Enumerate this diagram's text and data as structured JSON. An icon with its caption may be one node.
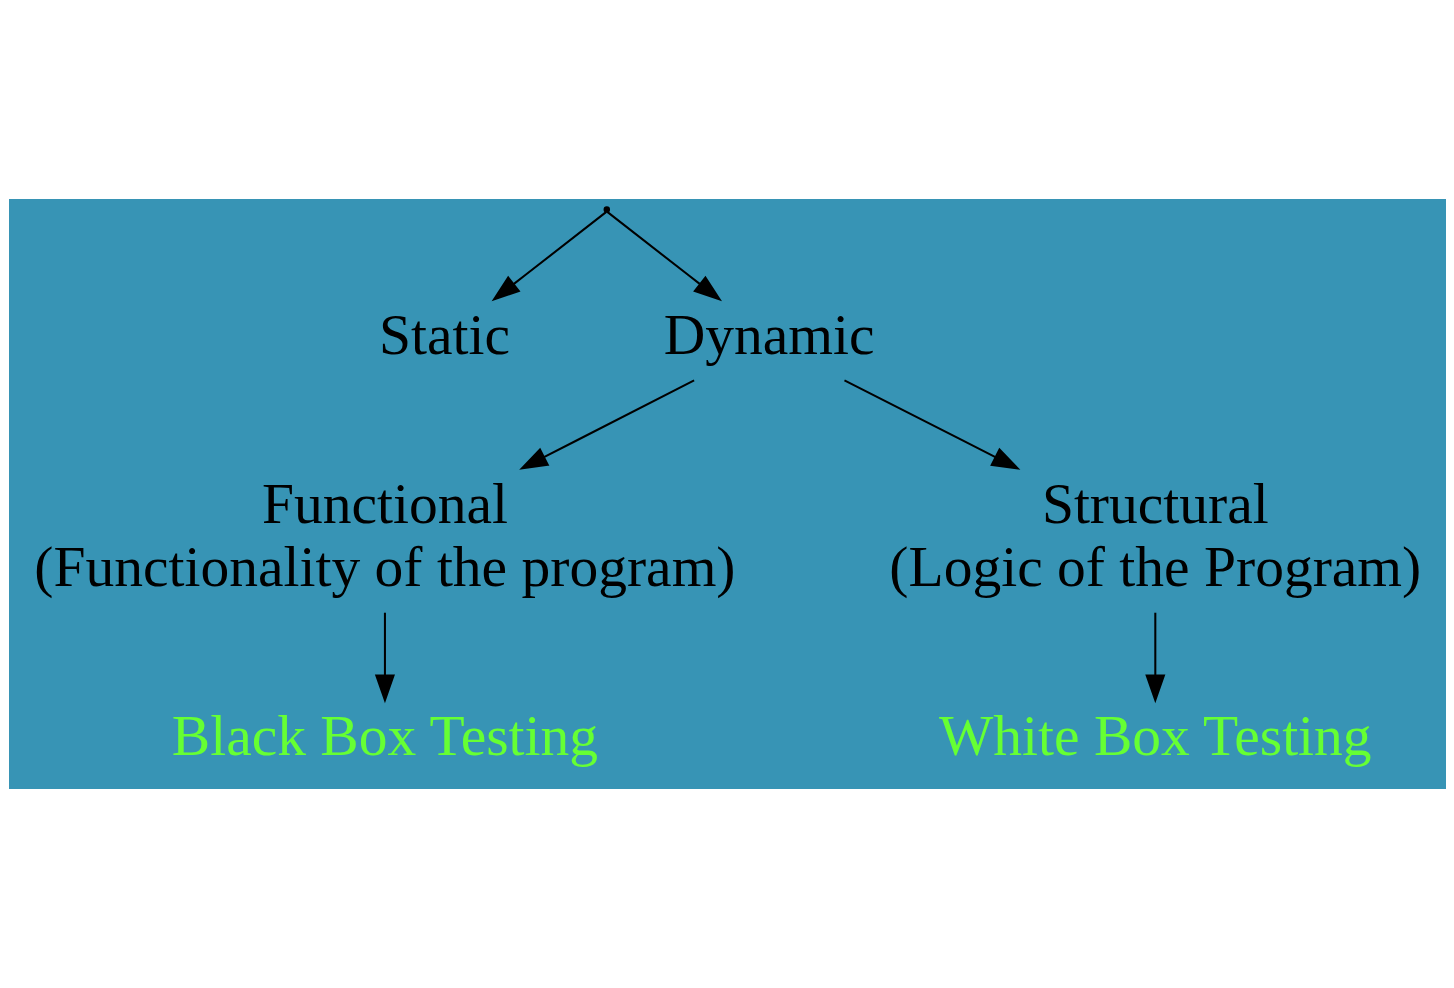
{
  "diagram": {
    "nodes": [
      {
        "text": [],
        "shape": "point"
      },
      {
        "text": [
          "Static"
        ]
      },
      {
        "text": [
          "Dynamic"
        ]
      },
      {
        "text": [
          "Functional",
          "(Functionality of the program)"
        ]
      },
      {
        "text": [
          "Structural",
          "(Logic of the Program)"
        ]
      },
      {
        "text": [
          "Black Box Testing"
        ]
      },
      {
        "text": [
          "White Box Testing"
        ]
      }
    ],
    "edges": [
      {
        "from": 0,
        "to": 1,
        "arrow": "to"
      },
      {
        "from": 0,
        "to": 2,
        "arrow": "to"
      },
      {
        "from": 2,
        "to": 3,
        "arrow": "to"
      },
      {
        "from": 2,
        "to": 4,
        "arrow": "to"
      },
      {
        "from": 3,
        "to": 5,
        "arrow": "to"
      },
      {
        "from": 4,
        "to": 6,
        "arrow": "to"
      }
    ]
  }
}
